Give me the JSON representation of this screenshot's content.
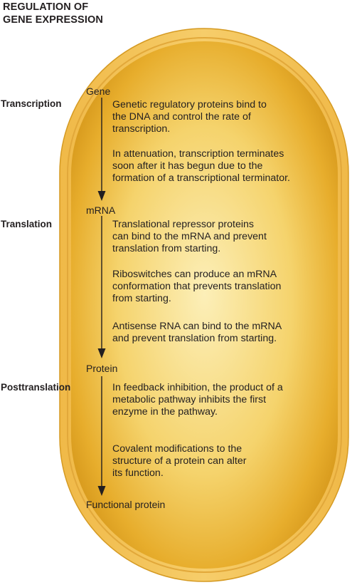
{
  "title": {
    "line1": "REGULATION OF",
    "line2": "GENE EXPRESSION"
  },
  "stages": {
    "transcription": "Transcription",
    "translation": "Translation",
    "posttranslation": "Posttranslation"
  },
  "nodes": {
    "gene": "Gene",
    "mrna": "mRNA",
    "protein": "Protein",
    "functional_protein": "Functional protein"
  },
  "descriptions": {
    "transcription_1": "Genetic regulatory proteins bind to\nthe DNA and control the rate of\ntranscription.",
    "transcription_2": "In attenuation, transcription terminates\nsoon after it has begun due to the\nformation of a transcriptional terminator.",
    "translation_1": "Translational repressor proteins\ncan bind to the mRNA and prevent\ntranslation from starting.",
    "translation_2": "Riboswitches can produce an mRNA\nconformation that prevents translation\nfrom starting.",
    "translation_3": "Antisense RNA can bind to the mRNA\nand prevent translation from starting.",
    "posttranslation_1": "In feedback inhibition, the product of a\nmetabolic pathway inhibits the first\nenzyme in the pathway.",
    "posttranslation_2": "Covalent modifications to the\nstructure of a protein can alter\nits function."
  },
  "colors": {
    "cell_wall": "#f3c257",
    "cell_wall_edge": "#d99a1c",
    "cytoplasm_center": "#fbe9a6",
    "cytoplasm_edge": "#d99a18",
    "text": "#231f20"
  }
}
